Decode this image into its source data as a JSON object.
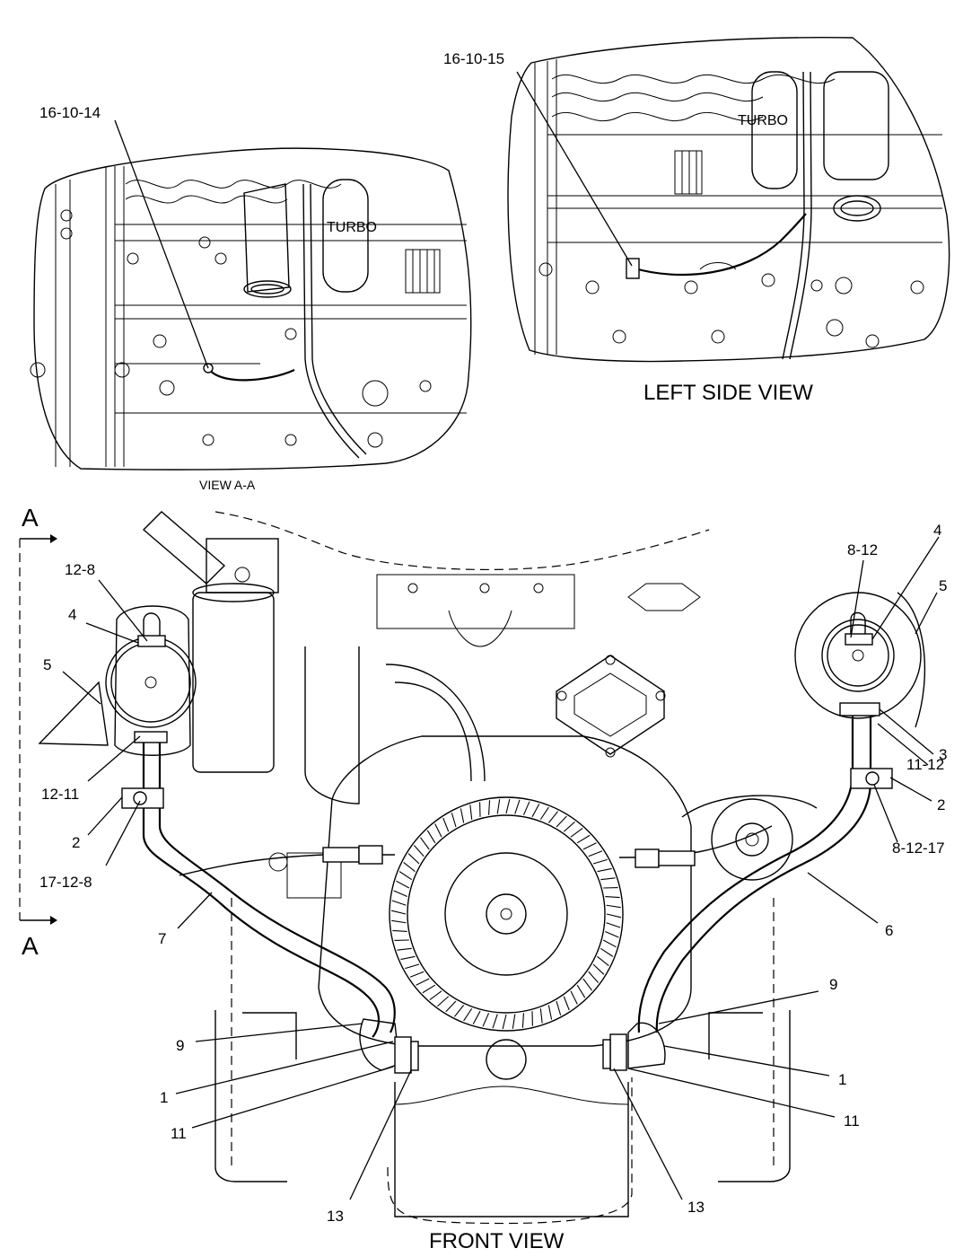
{
  "views": {
    "view_aa": {
      "title": "VIEW A-A",
      "callout": "16-10-14",
      "turbo_label": "TURBO"
    },
    "left_side": {
      "title": "LEFT SIDE VIEW",
      "callout": "16-10-15",
      "turbo_label": "TURBO"
    },
    "front": {
      "title": "FRONT VIEW"
    }
  },
  "section_marker": {
    "top": "A",
    "bottom": "A"
  },
  "callouts": {
    "left": {
      "c12_8": "12-8",
      "c4": "4",
      "c5": "5",
      "c12_11": "12-11",
      "c2": "2",
      "c17_12_8": "17-12-8",
      "c7": "7",
      "c9": "9",
      "c1": "1",
      "c11": "11",
      "c13": "13"
    },
    "right": {
      "c8_12": "8-12",
      "c4": "4",
      "c5": "5",
      "c3": "3",
      "c11_12": "11-12",
      "c2": "2",
      "c8_12_17": "8-12-17",
      "c6": "6",
      "c9": "9",
      "c1": "1",
      "c11": "11",
      "c13": "13"
    }
  }
}
